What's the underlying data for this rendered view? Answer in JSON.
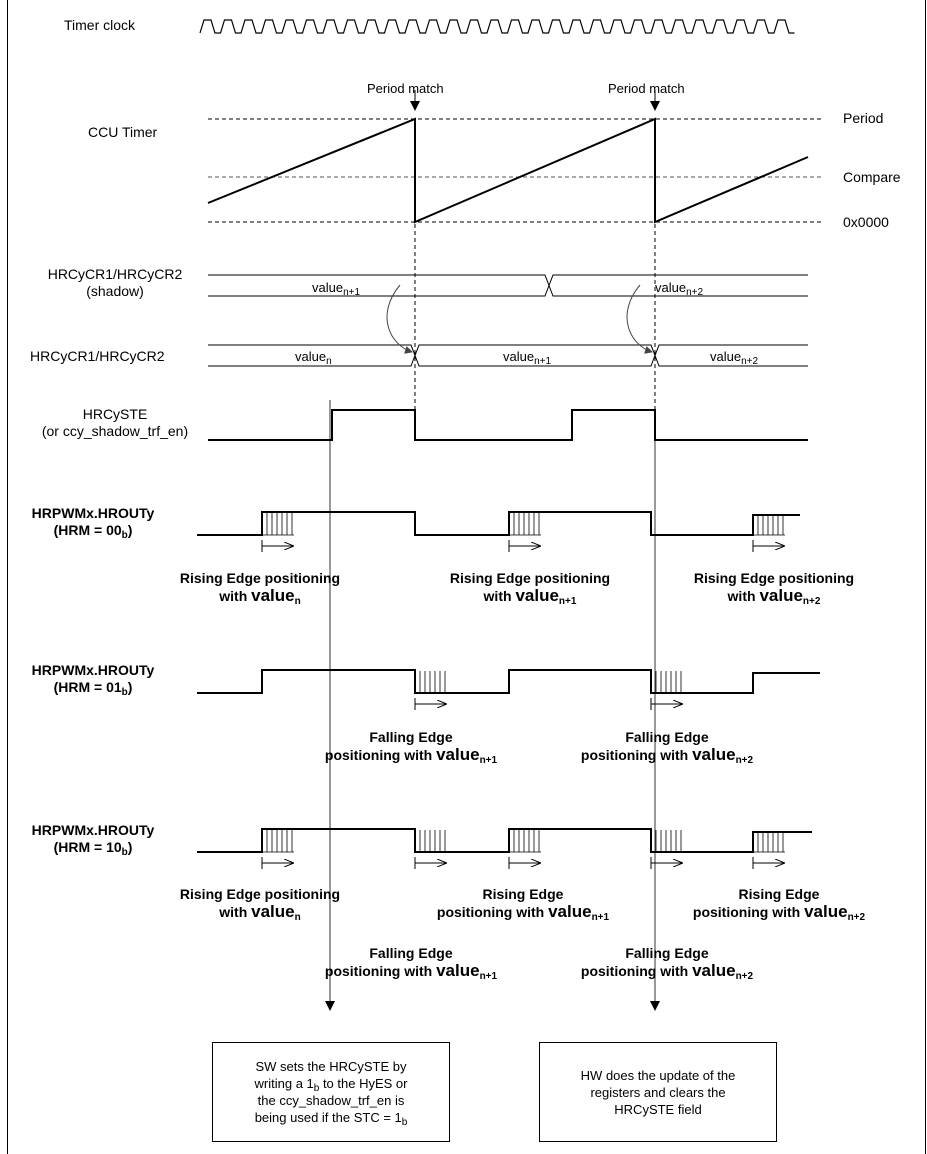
{
  "signals": {
    "timer_clock": "Timer clock",
    "ccu_timer": "CCU Timer",
    "hrcr_shadow_1": "HRCyCR1/HRCyCR2",
    "hrcr_shadow_2": "(shadow)",
    "hrcr": "HRCyCR1/HRCyCR2",
    "hrcste_1": "HRCySTE",
    "hrcste_2": "(or ccy_shadow_trf_en)",
    "hrout": "HRPWMx.HROUTy",
    "hrm00_pre": "(HRM = 00",
    "hrm01_pre": "(HRM = 01",
    "hrm10_pre": "(HRM = 10",
    "hrm_sub": "b",
    "hrm_post": ")"
  },
  "annotations": {
    "period_match": "Period match",
    "period": "Period",
    "compare": "Compare",
    "zero": "0x0000"
  },
  "values": {
    "word": "value",
    "n": "n",
    "n1": "n+1",
    "n2": "n+2"
  },
  "captions": {
    "rising_edge_positioning": "Rising Edge positioning",
    "with": "with",
    "falling_edge": "Falling Edge",
    "rising_edge": "Rising Edge",
    "positioning_with": "positioning with"
  },
  "boxes": {
    "sw_1": "SW sets the HRCySTE by",
    "sw_2a": "writing a 1",
    "sw_2sub": "b",
    "sw_2b": " to the HyES or",
    "sw_3": "the ccy_shadow_trf_en is",
    "sw_4a": "being used if the STC = 1",
    "sw_4sub": "b",
    "hw_1": "HW does the update of the",
    "hw_2": "registers and clears the",
    "hw_3": "HRCySTE field"
  }
}
